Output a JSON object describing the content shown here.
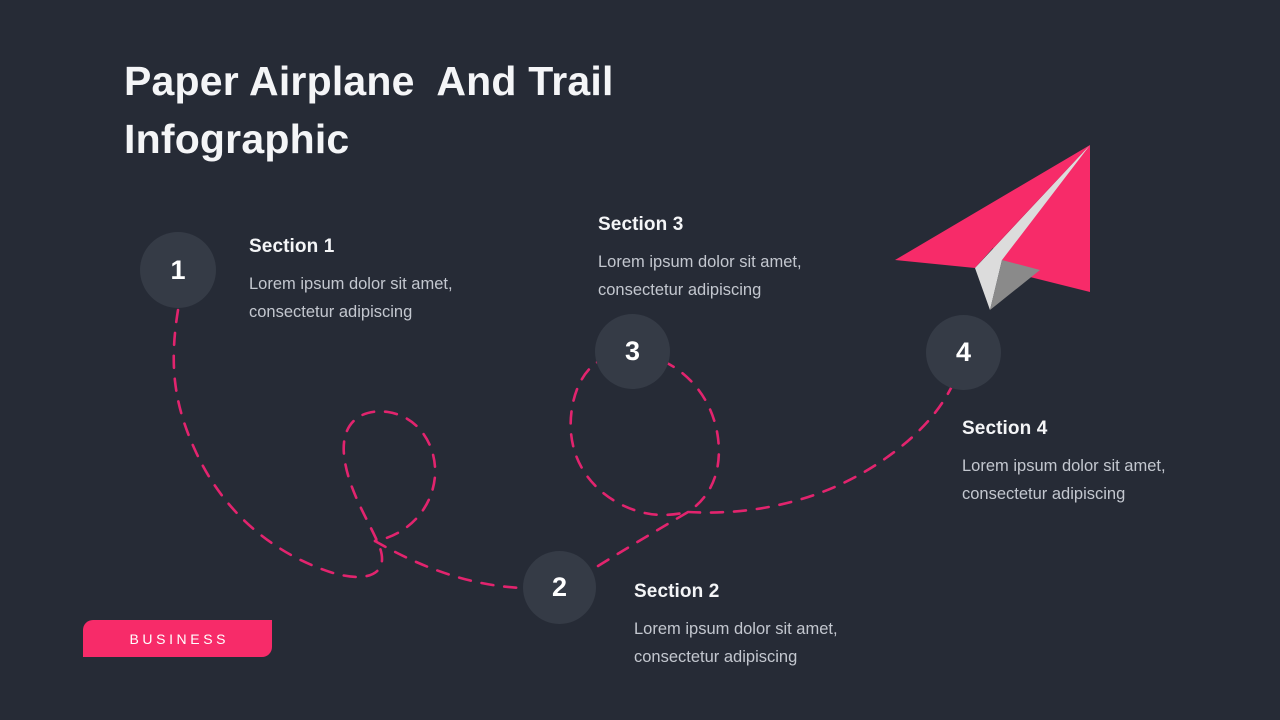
{
  "slide": {
    "title": "Paper Airplane  And Trail\nInfographic",
    "background_color": "#262b36",
    "accent_color": "#f72b69",
    "trail_color": "#e2246e",
    "node_color": "#353b46",
    "title_color": "#f4f5f7",
    "body_color": "#c3c7cf"
  },
  "badge": {
    "label": "BUSINESS"
  },
  "nodes": [
    {
      "number": "1"
    },
    {
      "number": "2"
    },
    {
      "number": "3"
    },
    {
      "number": "4"
    }
  ],
  "sections": [
    {
      "title": "Section 1",
      "body": "Lorem ipsum dolor sit amet, consectetur adipiscing"
    },
    {
      "title": "Section 2",
      "body": "Lorem ipsum dolor sit amet, consectetur adipiscing"
    },
    {
      "title": "Section 3",
      "body": "Lorem ipsum dolor sit amet, consectetur adipiscing"
    },
    {
      "title": "Section 4",
      "body": "Lorem ipsum dolor sit amet, consectetur adipiscing"
    }
  ],
  "airplane": {
    "name": "paper-airplane",
    "wing_color": "#f72b69",
    "fold_light_color": "#dcdcdc",
    "fold_shadow_color": "#8a8a8a"
  }
}
